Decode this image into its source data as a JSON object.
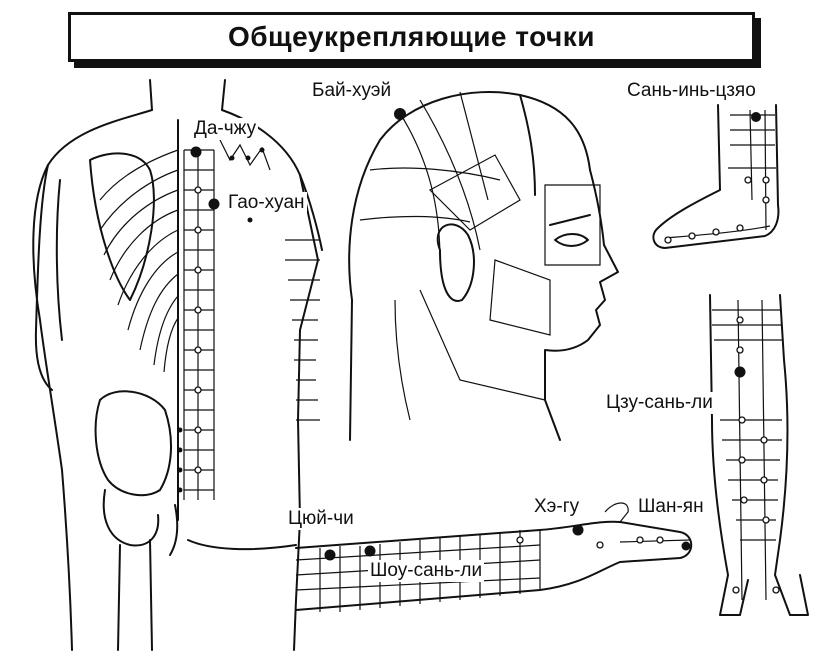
{
  "title": "Общеукрепляющие точки",
  "labels": {
    "da_chzhu": "Да-чжу",
    "gao_huan": "Гао-хуан",
    "bai_huei": "Бай-хуэй",
    "san_in_tszyao": "Сань-инь-цзяо",
    "tszu_san_li": "Цзу-сань-ли",
    "tsyui_chi": "Цюй-чи",
    "he_gu": "Хэ-гу",
    "shan_yan": "Шан-ян",
    "shou_san_li": "Шоу-сань-ли"
  },
  "colors": {
    "ink": "#111111",
    "paper": "#ffffff"
  }
}
